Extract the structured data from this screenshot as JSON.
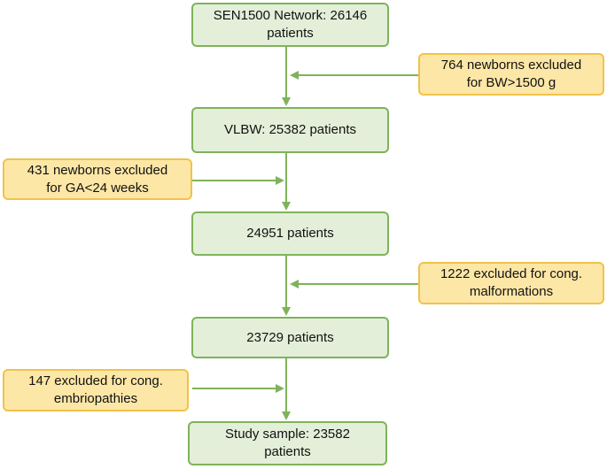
{
  "main_boxes": [
    {
      "line1": "SEN1500 Network: 26146",
      "line2": "patients"
    },
    {
      "line1": "VLBW: 25382 patients",
      "line2": ""
    },
    {
      "line1": "24951 patients",
      "line2": ""
    },
    {
      "line1": "23729 patients",
      "line2": ""
    },
    {
      "line1": "Study sample: 23582",
      "line2": "patients"
    }
  ],
  "exclusion_boxes": [
    {
      "line1": "764 newborns excluded",
      "line2": "for BW>1500 g"
    },
    {
      "line1": "431 newborns excluded",
      "line2": "for GA<24 weeks"
    },
    {
      "line1": "1222 excluded for cong.",
      "line2": "malformations"
    },
    {
      "line1": "147 excluded for cong.",
      "line2": "embriopathies"
    }
  ],
  "colors": {
    "main_fill": "#e3efd9",
    "main_border": "#7fb35a",
    "exclusion_fill": "#fde7a6",
    "exclusion_border": "#f1c24b",
    "arrow": "#7fb35a"
  }
}
